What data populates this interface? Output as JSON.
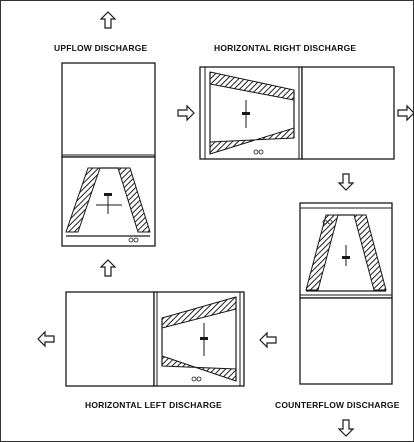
{
  "labels": {
    "upflow": "UPFLOW DISCHARGE",
    "horizontal_right": "HORIZONTAL RIGHT DISCHARGE",
    "horizontal_left": "HORIZONTAL LEFT DISCHARGE",
    "counterflow": "COUNTERFLOW DISCHARGE"
  },
  "colors": {
    "stroke": "#1a1a1a",
    "coil_hatch": "#222222",
    "background": "#ffffff"
  }
}
